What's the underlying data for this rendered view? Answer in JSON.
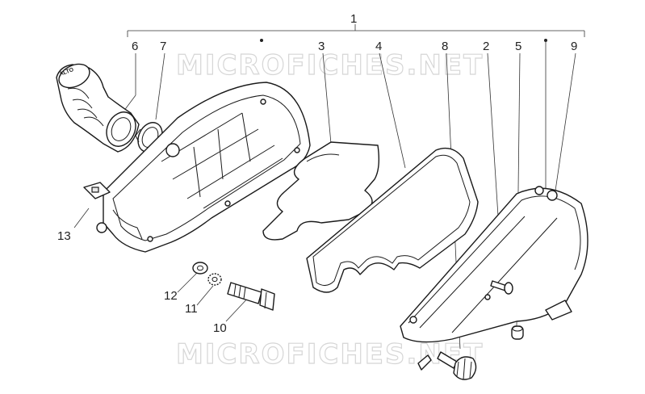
{
  "watermark": "MICROFICHES.NET",
  "part_labels": {
    "p1": "1",
    "p2": "2",
    "p3": "3",
    "p4": "4",
    "p5": "5",
    "p6": "6",
    "p7": "7",
    "p8": "8",
    "p9": "9",
    "p10": "10",
    "p11": "11",
    "p12": "12",
    "p13": "13"
  },
  "hose_marking": "ALTO"
}
